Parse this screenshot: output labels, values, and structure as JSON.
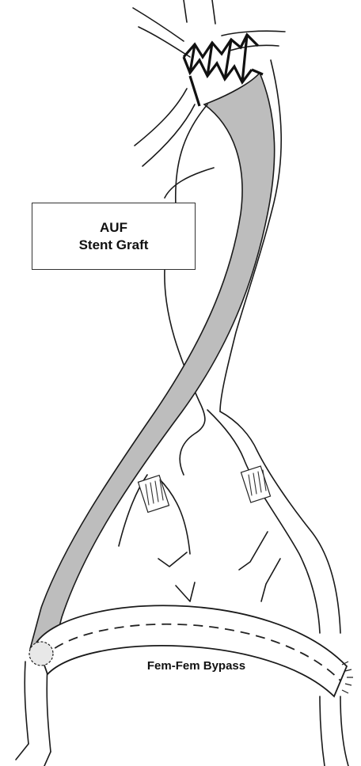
{
  "labels": {
    "stent_graft_line1": "AUF",
    "stent_graft_line2": "Stent Graft",
    "bypass": "Fem-Fem Bypass"
  },
  "colors": {
    "graft_fill": "#bdbdbd",
    "line": "#1a1a1a",
    "background": "#ffffff"
  }
}
